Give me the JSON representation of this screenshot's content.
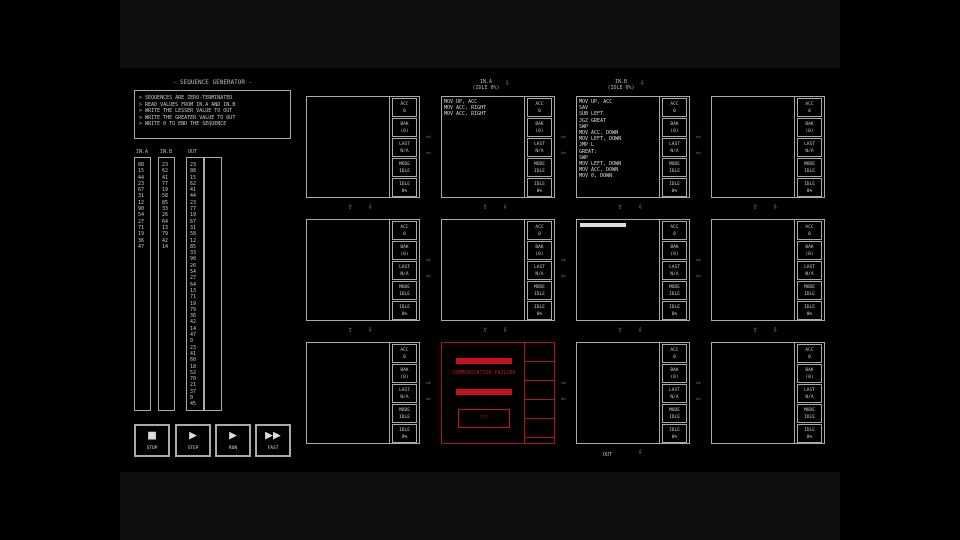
{
  "puzzle": {
    "title": "- SEQUENCE GENERATOR -",
    "description": [
      "> SEQUENCES ARE ZERO-TERMINATED",
      "> READ VALUES FROM IN.A AND IN.B",
      "> WRITE THE LESSER VALUE TO OUT",
      "> WRITE THE GREATER VALUE TO OUT",
      "> WRITE 0 TO END THE SEQUENCE"
    ]
  },
  "streams": [
    {
      "label": "IN.A",
      "values": [
        "88",
        "15",
        "44",
        "23",
        "67",
        "31",
        "12",
        "90",
        "54",
        "27",
        "71",
        "19",
        "36",
        "47"
      ]
    },
    {
      "label": "IN.B",
      "values": [
        "23",
        "62",
        "41",
        "77",
        "19",
        "58",
        "85",
        "33",
        "26",
        "64",
        "13",
        "79",
        "42",
        "14"
      ]
    },
    {
      "label": "OUT",
      "values": [
        "23",
        "88",
        "15",
        "62",
        "41",
        "44",
        "23",
        "77",
        "19",
        "67",
        "31",
        "58",
        "12",
        "85",
        "33",
        "90",
        "26",
        "54",
        "27",
        "64",
        "13",
        "71",
        "19",
        "79",
        "36",
        "42",
        "14",
        "47",
        "0",
        "23",
        "41",
        "60",
        "18",
        "52",
        "70",
        "21",
        "37",
        "0",
        "45"
      ]
    }
  ],
  "inputs": [
    {
      "label": "IN.A",
      "status": "(IDLE 0%)",
      "arrow": "⇩"
    },
    {
      "label": "IN.B",
      "status": "(IDLE 0%)",
      "arrow": "⇩"
    }
  ],
  "output": {
    "label": "OUT",
    "arrow": "⇩"
  },
  "stats_labels": [
    "ACC",
    "BAK",
    "LAST",
    "MODE",
    "IDLE"
  ],
  "nodes": [
    {
      "code": "",
      "stats": [
        "0",
        "(0)",
        "N/A",
        "IDLE",
        "0%"
      ]
    },
    {
      "code": "MOV UP, ACC\nMOV ACC, RIGHT\nMOV ACC, RIGHT",
      "stats": [
        "0",
        "(0)",
        "N/A",
        "IDLE",
        "0%"
      ]
    },
    {
      "code": "MOV UP, ACC\nSAV\nSUB LEFT\nJGZ GREAT\nSWP\nMOV ACC, DOWN\nMOV LEFT, DOWN\nJMP L\nGREAT:\nSWP\nMOV LEFT, DOWN\nMOV ACC, DOWN\nMOV 0, DOWN",
      "stats": [
        "0",
        "(0)",
        "N/A",
        "IDLE",
        "0%"
      ]
    },
    {
      "code": "",
      "stats": [
        "0",
        "(0)",
        "N/A",
        "IDLE",
        "0%"
      ]
    },
    {
      "code": "",
      "stats": [
        "0",
        "(0)",
        "N/A",
        "IDLE",
        "0%"
      ]
    },
    {
      "code": "",
      "stats": [
        "0",
        "(0)",
        "N/A",
        "IDLE",
        "0%"
      ]
    },
    {
      "code": "",
      "stats": [
        "0",
        "(0)",
        "N/A",
        "IDLE",
        "0%"
      ],
      "selected": true
    },
    {
      "code": "",
      "stats": [
        "0",
        "(0)",
        "N/A",
        "IDLE",
        "0%"
      ]
    },
    {
      "code": "",
      "stats": [
        "0",
        "(0)",
        "N/A",
        "IDLE",
        "0%"
      ]
    },
    {
      "failure": true,
      "message": "COMMUNICATION FAILURE",
      "box": "???"
    },
    {
      "code": "",
      "stats": [
        "0",
        "(0)",
        "N/A",
        "IDLE",
        "0%"
      ]
    },
    {
      "code": "",
      "stats": [
        "0",
        "(0)",
        "N/A",
        "IDLE",
        "0%"
      ]
    }
  ],
  "controls": [
    {
      "label": "STOP",
      "icon": "■"
    },
    {
      "label": "STEP",
      "icon": "▶"
    },
    {
      "label": "RUN",
      "icon": "▶"
    },
    {
      "label": "FAST",
      "icon": "▶▶"
    }
  ],
  "colors": {
    "failure": "#c8101e"
  }
}
